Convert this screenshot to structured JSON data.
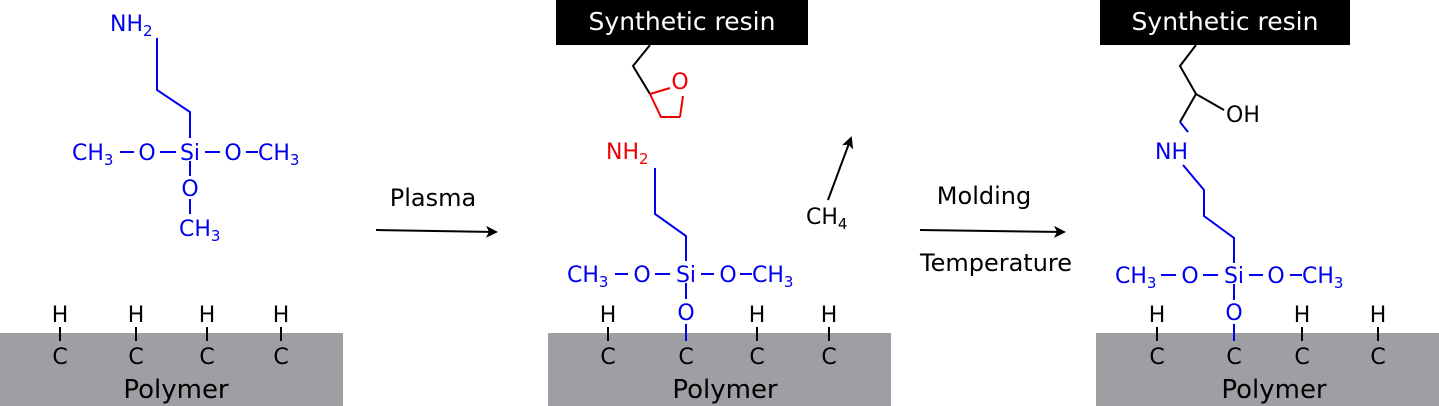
{
  "steps": {
    "arrow1_label": "Plasma",
    "arrow2_label_top": "Molding",
    "arrow2_label_bottom": "Temperature",
    "byproduct": "CH",
    "byproduct_sub": "4"
  },
  "panels": [
    {
      "polymer_label": "Polymer",
      "atoms": {
        "nh2": "NH",
        "nh2_sub": "2",
        "ch3_left": "CH",
        "ch3_left_sub": "3",
        "o_left": "O",
        "si": "Si",
        "o_right": "O",
        "ch3_right": "CH",
        "ch3_right_sub": "3",
        "o_bottom": "O",
        "ch3_bottom": "CH",
        "ch3_bottom_sub": "3"
      },
      "surface": [
        "H",
        "C",
        "H",
        "C",
        "H",
        "C",
        "H",
        "C"
      ]
    },
    {
      "polymer_label": "Polymer",
      "resin_label": "Synthetic resin",
      "epoxide_o": "O",
      "atoms": {
        "nh2": "NH",
        "nh2_sub": "2",
        "ch3_left": "CH",
        "ch3_left_sub": "3",
        "o_left": "O",
        "si": "Si",
        "o_right": "O",
        "ch3_right": "CH",
        "ch3_right_sub": "3",
        "o_bottom": "O"
      },
      "surface": [
        "H",
        "C",
        "C",
        "H",
        "C",
        "H",
        "C"
      ]
    },
    {
      "polymer_label": "Polymer",
      "resin_label": "Synthetic resin",
      "oh": "OH",
      "atoms": {
        "nh": "NH",
        "ch3_left": "CH",
        "ch3_left_sub": "3",
        "o_left": "O",
        "si": "Si",
        "o_right": "O",
        "ch3_right": "CH",
        "ch3_right_sub": "3",
        "o_bottom": "O"
      },
      "surface": [
        "H",
        "C",
        "C",
        "H",
        "C",
        "H",
        "C"
      ]
    }
  ],
  "colors": {
    "silane": "#0000ee",
    "reactive": "#ee0000",
    "polymer_fill": "#9e9ea3",
    "resin_box": "#000000"
  }
}
